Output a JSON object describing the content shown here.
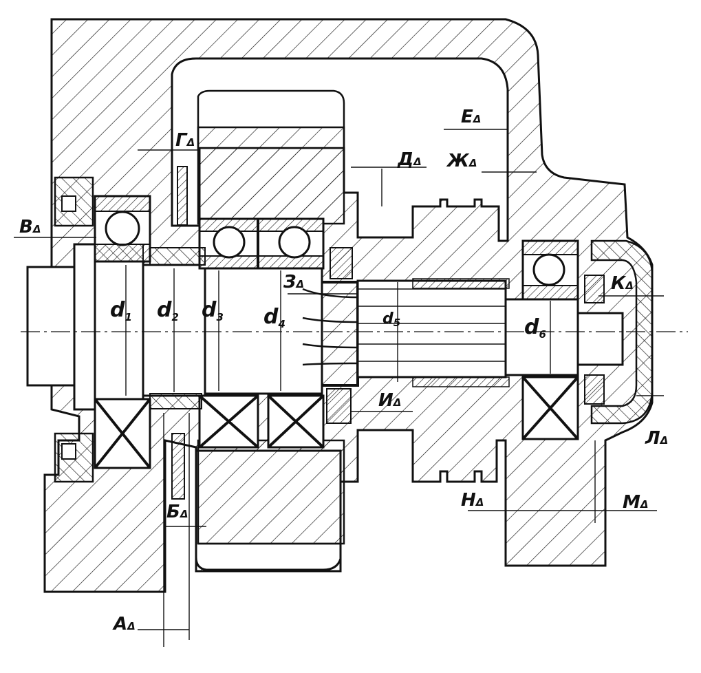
{
  "diagram": {
    "type": "mechanical-assembly-section",
    "line_color": "#111111",
    "background": "#ffffff",
    "clearance_labels": {
      "A": "А",
      "B": "Б",
      "V": "В",
      "G": "Г",
      "D": "Д",
      "E": "Е",
      "Zh": "Ж",
      "Z": "З",
      "I": "И",
      "K": "К",
      "L": "Л",
      "M": "М",
      "N": "Н"
    },
    "delta_symbol": "Δ",
    "diameters": {
      "d1": "d",
      "d1_sub": "1",
      "d2": "d",
      "d2_sub": "2",
      "d3": "d",
      "d3_sub": "3",
      "d4": "d",
      "d4_sub": "4",
      "d5": "d",
      "d5_sub": "5",
      "d6": "d",
      "d6_sub": "6"
    }
  }
}
